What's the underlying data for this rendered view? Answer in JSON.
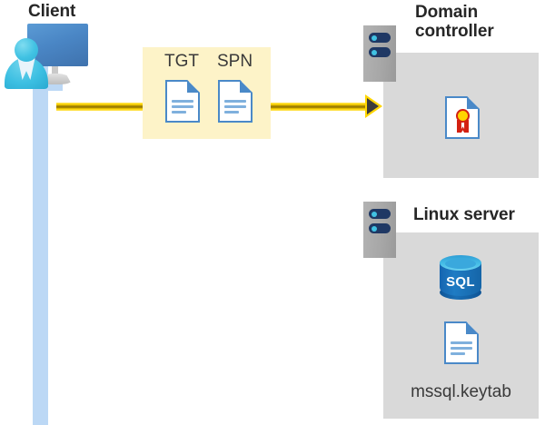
{
  "diagram": {
    "title_client": "Client",
    "title_domain_controller": "Domain\ncontroller",
    "title_domain_controller_line1": "Domain",
    "title_domain_controller_line2": "controller",
    "title_linux_server": "Linux server"
  },
  "ticket_box": {
    "label_tgt": "TGT",
    "label_spn": "SPN",
    "background_color": "#fdf3c8"
  },
  "arrow": {
    "direction": "left-to-right",
    "line_color": "#ffd600",
    "head_color": "#3b3b3b"
  },
  "domain_controller": {
    "panel_color": "#d9d9d9",
    "icons": [
      {
        "name": "certificate-document",
        "label": ""
      }
    ]
  },
  "linux_server": {
    "panel_color": "#d9d9d9",
    "sql_label": "SQL",
    "keytab_filename": "mssql.keytab"
  },
  "client": {
    "lifeline_color": "#bcd8f5"
  },
  "colors": {
    "accent_blue": "#4a89c8",
    "monitor_blue": "#4a86c5",
    "person_cyan": "#3cbfe2",
    "server_navy": "#1f3864",
    "seal_yellow": "#ffd400",
    "seal_red": "#d32011",
    "sql_blue": "#1565b0",
    "text_dark": "#262626"
  }
}
